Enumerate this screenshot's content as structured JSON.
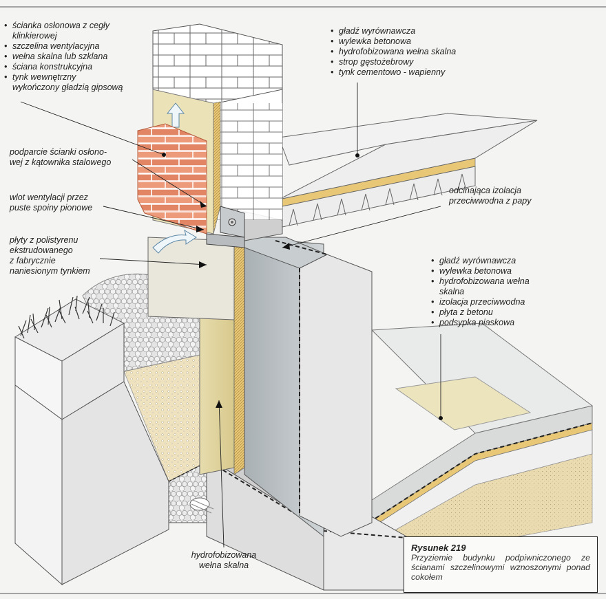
{
  "labels": {
    "top_left": [
      "ścianka osłonowa z cegły",
      "klinkierowej",
      "szczelina wentylacyjna",
      "wełna skalna lub szklana",
      "ściana konstrukcyjna",
      "tynk wewnętrzny",
      "wykończony gładzią gipsową"
    ],
    "top_right": [
      "gładź wyrównawcza",
      "wylewka betonowa",
      "hydrofobizowana wełna skalna",
      "strop gęstożebrowy",
      "tynk cementowo - wapienny"
    ],
    "support": [
      "podparcie ścianki osłono-",
      "wej z kątownika stalowego"
    ],
    "inlet": [
      "wlot wentylacji przez",
      "puste spoiny pionowe"
    ],
    "polystyrene": [
      "płyty z polistyrenu",
      "ekstrudowanego",
      "z fabrycznie",
      "naniesionym tynkiem"
    ],
    "dpc": [
      "odcinająca izolacja",
      "przeciwwodna z papy"
    ],
    "floor": [
      "gładź wyrównawcza",
      "wylewka betonowa",
      "hydrofobizowana wełna",
      "skalna",
      "izolacja przeciwwodna",
      "płyta z betonu",
      "podsypka piaskowa"
    ],
    "bottom": [
      "hydrofobizowana",
      "wełna skalna"
    ]
  },
  "caption": {
    "title": "Rysunek 219",
    "text": "Przyziemie budynku podpiwniczonego ze ścianami szczelinowymi wznoszonymi ponad cokołem"
  }
}
